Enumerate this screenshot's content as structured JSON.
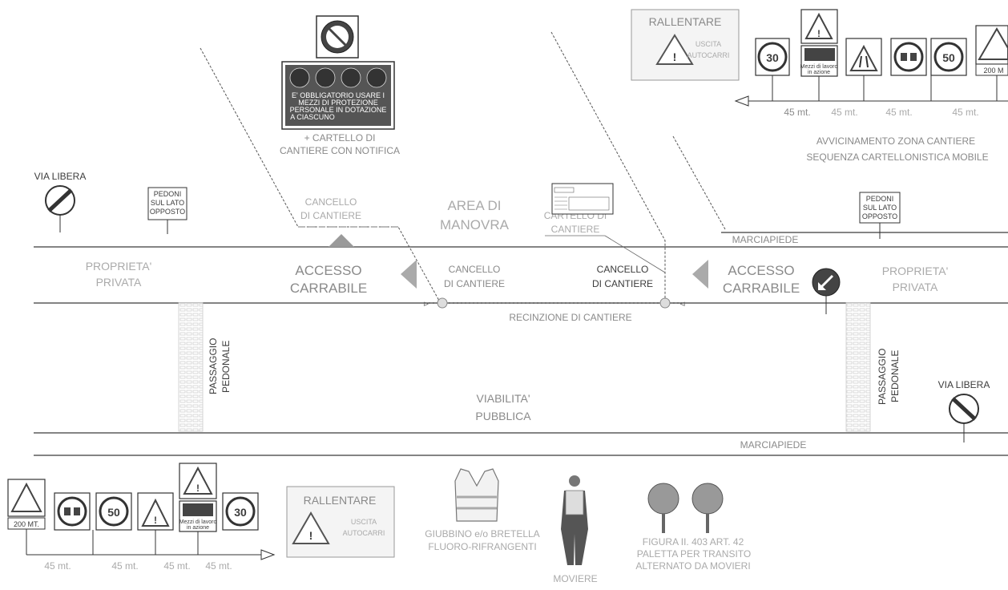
{
  "signs_top": {
    "via_libera": "VIA LIBERA",
    "pedoni": [
      "PEDONI",
      "SUL LATO",
      "OPPOSTO"
    ],
    "ppe_notice": [
      "E' OBBLIGATORIO USARE I",
      "MEZZI DI PROTEZIONE",
      "PERSONALE IN DOTAZIONE",
      "A CIASCUNO"
    ],
    "cartello_notifica": [
      "+ CARTELLO DI",
      "CANTIERE CON NOTIFICA"
    ],
    "rallentare": "RALLENTARE",
    "uscita_autocarri": [
      "USCITA",
      "AUTOCARRI"
    ],
    "speed_30": "30",
    "speed_50": "50",
    "mezzi_lavoro": [
      "Mezzi di lavoro",
      "in azione"
    ],
    "plate_200": "200 M",
    "spacings": [
      "45 mt.",
      "45 mt.",
      "45 mt.",
      "45 mt."
    ],
    "approach_caption": [
      "AVVICINAMENTO ZONA CANTIERE",
      "SEQUENZA CARTELLONISTICA MOBILE"
    ]
  },
  "site": {
    "cancello_top": [
      "CANCELLO",
      "DI CANTIERE"
    ],
    "area_manovra": [
      "AREA DI",
      "MANOVRA"
    ],
    "cartello_cantiere": [
      "CARTELLO DI",
      "CANTIERE"
    ],
    "marciapiede_top": "MARCIAPIEDE",
    "proprieta_left": [
      "PROPRIETA'",
      "PRIVATA"
    ],
    "accesso_left": [
      "ACCESSO",
      "CARRABILE"
    ],
    "cancello_mid_left": [
      "CANCELLO",
      "DI CANTIERE"
    ],
    "cancello_mid_right": [
      "CANCELLO",
      "DI CANTIERE"
    ],
    "accesso_right": [
      "ACCESSO",
      "CARRABILE"
    ],
    "proprieta_right": [
      "PROPRIETA'",
      "PRIVATA"
    ],
    "recinzione": "RECINZIONE DI CANTIERE",
    "passaggio_left": [
      "PASSAGGIO",
      "PEDONALE"
    ],
    "passaggio_right": [
      "PASSAGGIO",
      "PEDONALE"
    ],
    "viabilita": [
      "VIABILITA'",
      "PUBBLICA"
    ],
    "via_libera_right": "VIA LIBERA",
    "marciapiede_bottom": "MARCIAPIEDE"
  },
  "signs_bottom": {
    "plate_200": "200 MT.",
    "speed_50": "50",
    "speed_30": "30",
    "mezzi_lavoro": [
      "Mezzi di lavoro",
      "in azione"
    ],
    "spacings": [
      "45 mt.",
      "45 mt.",
      "45 mt.",
      "45 mt."
    ],
    "rallentare": "RALLENTARE",
    "uscita_autocarri": [
      "USCITA",
      "AUTOCARRI"
    ]
  },
  "legend": {
    "giubbino": [
      "GIUBBINO e/o BRETELLA",
      "FLUORO-RIFRANGENTI"
    ],
    "moviere": "MOVIERE",
    "paletta": [
      "FIGURA II. 403  ART. 42",
      "PALETTA PER TRANSITO",
      "ALTERNATO DA MOVIERI"
    ]
  },
  "colors": {
    "line": "#3a3a3a",
    "gray_text": "#8a8a8a",
    "sign_red": "#c44",
    "sign_frame": "#444444"
  }
}
